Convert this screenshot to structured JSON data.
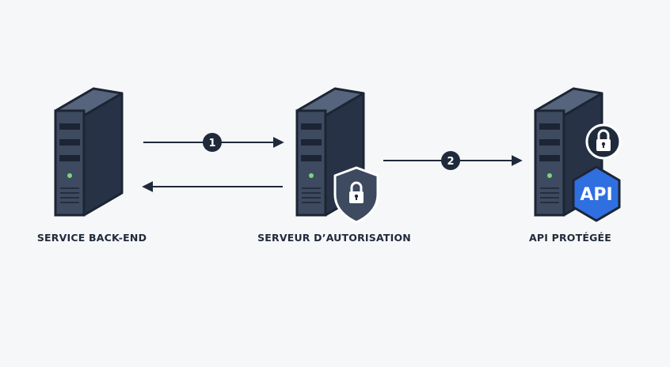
{
  "nodes": {
    "backend": {
      "label": "SERVICE BACK-END"
    },
    "auth": {
      "label": "SERVEUR D’AUTORISATION"
    },
    "api": {
      "label": "API PROTÉGÉE",
      "badge_text": "API"
    }
  },
  "steps": [
    {
      "number": "1",
      "from": "backend",
      "to": "auth"
    },
    {
      "number": "2",
      "from": "auth",
      "to": "api"
    }
  ],
  "return_arrow": {
    "from": "auth",
    "to": "backend"
  },
  "colors": {
    "background": "#f6f7f9",
    "server_front": "#3d4a60",
    "server_side": "#273246",
    "server_top": "#56647d",
    "outline": "#1c2533",
    "led": "#7ed47a",
    "arrow": "#1f2a3a",
    "step_badge": "#1f2a3a",
    "api_badge": "#2f6fe0",
    "label_text": "#1f2a3a"
  },
  "icons": {
    "auth_shield": "shield-lock-icon",
    "api_lock": "lock-icon",
    "api_hexagon": "hexagon-api-icon"
  }
}
